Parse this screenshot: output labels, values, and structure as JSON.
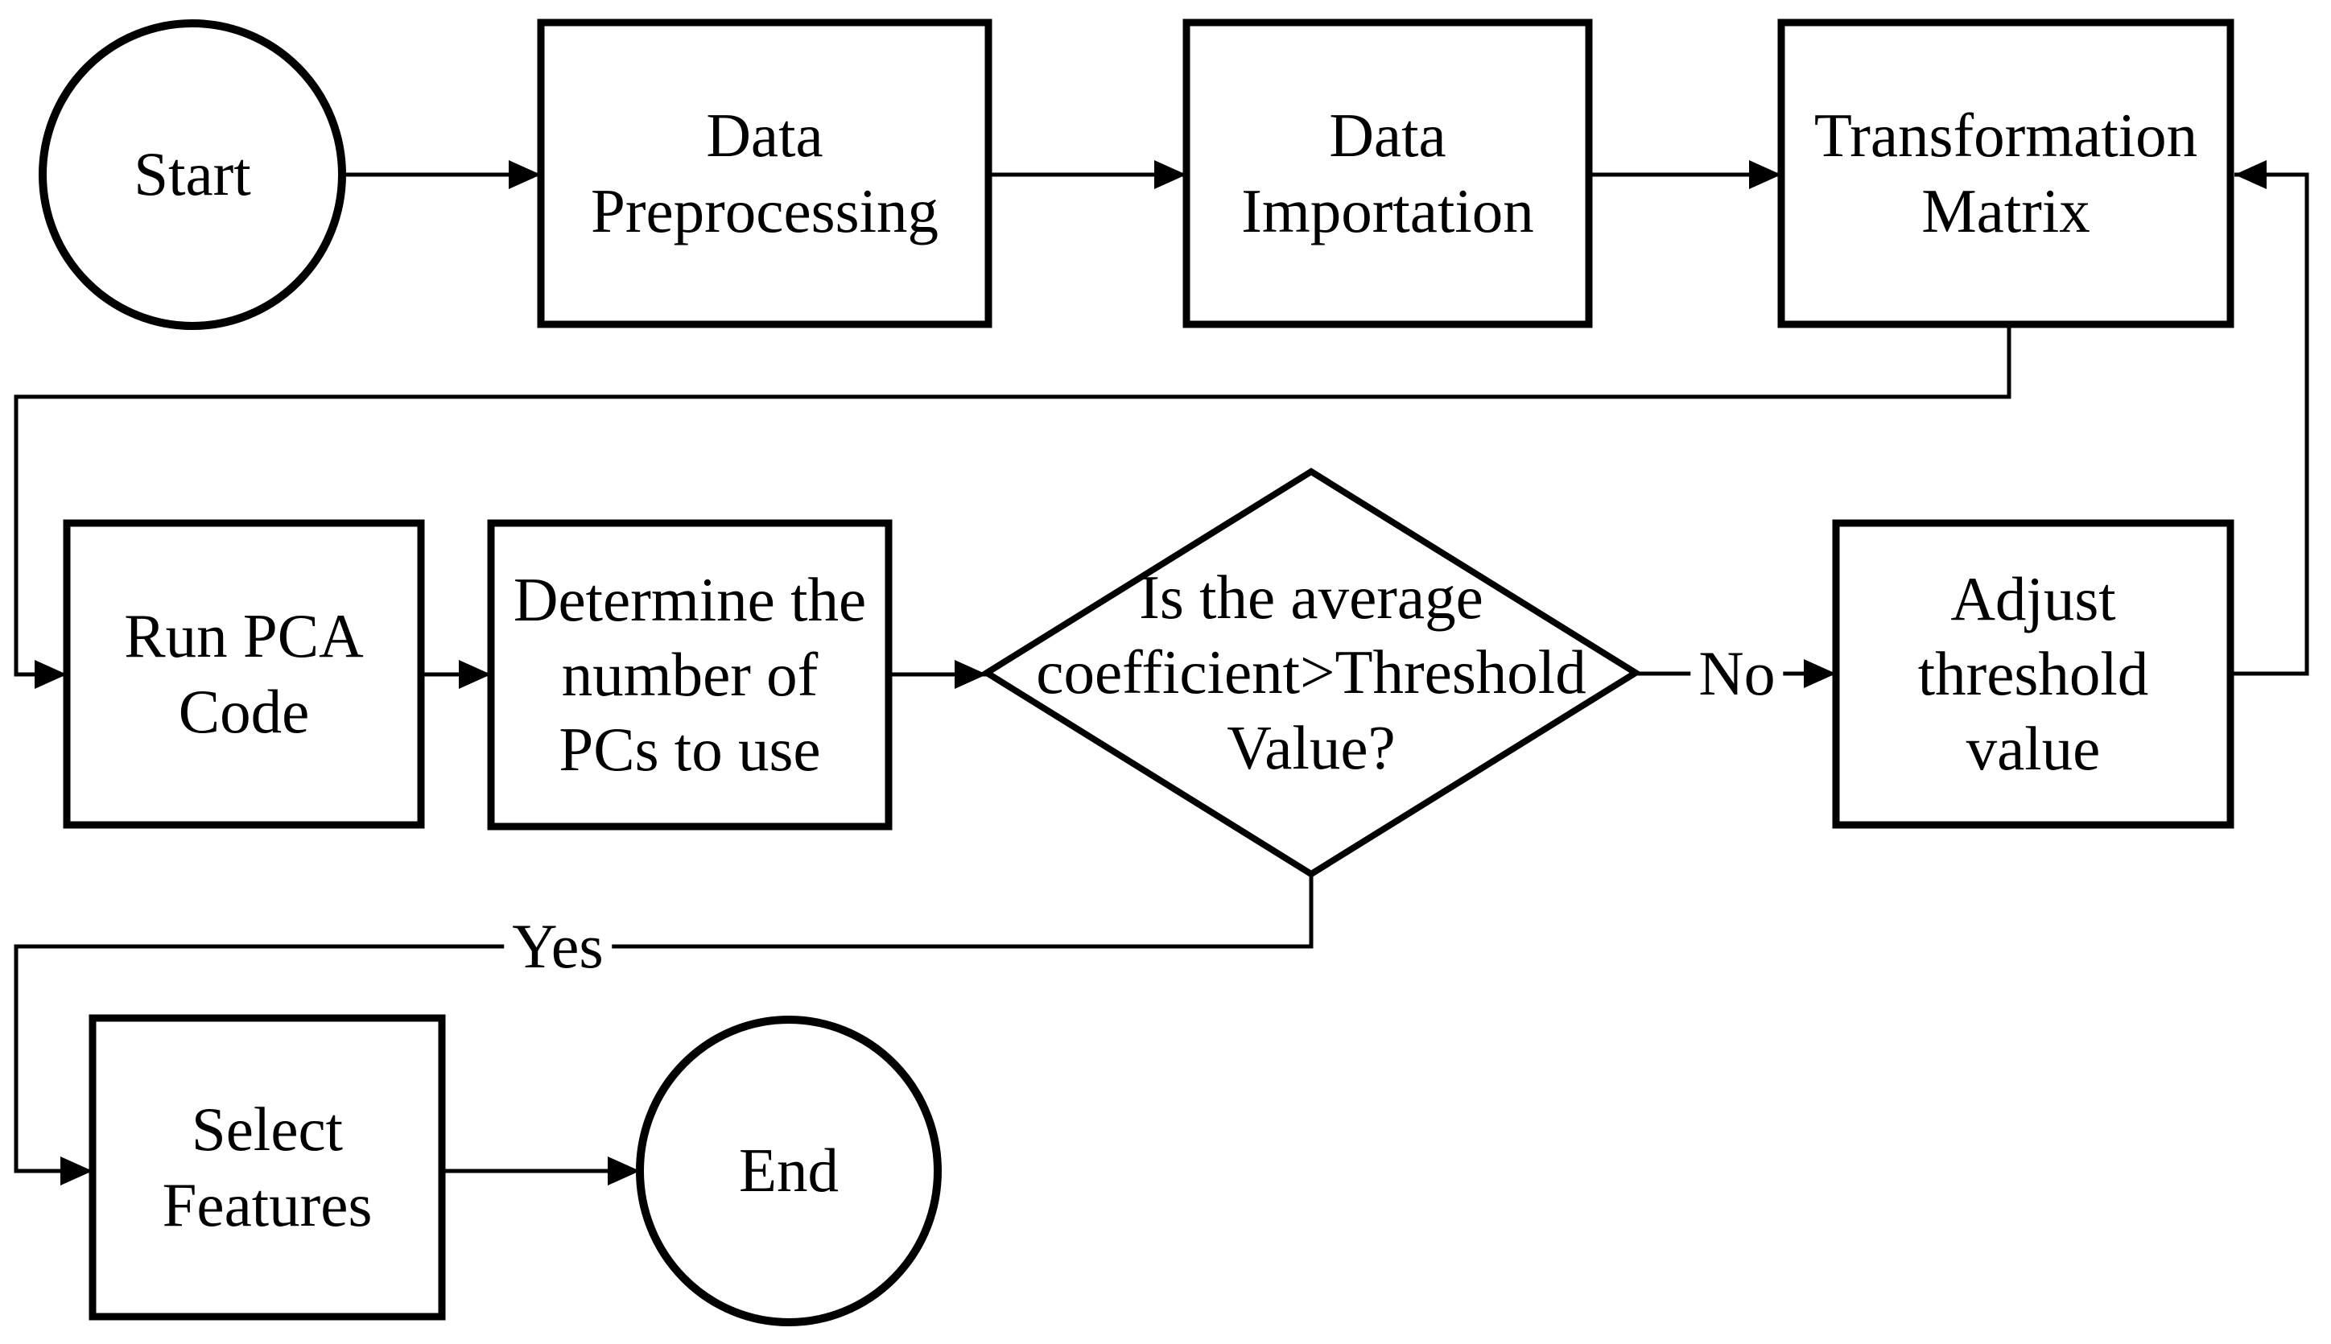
{
  "diagram": {
    "colors": {
      "background": "#ffffff",
      "stroke": "#000000",
      "text": "#000000"
    },
    "nodes": {
      "start": {
        "type": "terminator",
        "label": "Start"
      },
      "data_preprocessing": {
        "type": "process",
        "label": "Data\nPreprocessing"
      },
      "data_importation": {
        "type": "process",
        "label": "Data\nImportation"
      },
      "transformation_matrix": {
        "type": "process",
        "label": "Transformation\nMatrix"
      },
      "run_pca_code": {
        "type": "process",
        "label": "Run PCA\nCode"
      },
      "determine_pcs": {
        "type": "process",
        "label": "Determine the\nnumber of\nPCs to use"
      },
      "coefficient_decision": {
        "type": "decision",
        "label": "Is the average\ncoefficient>Threshold\nValue?"
      },
      "adjust_threshold": {
        "type": "process",
        "label": "Adjust\nthreshold\nvalue"
      },
      "select_features": {
        "type": "process",
        "label": "Select\nFeatures"
      },
      "end": {
        "type": "terminator",
        "label": "End"
      }
    },
    "edge_labels": {
      "yes": "Yes",
      "no": "No"
    }
  }
}
